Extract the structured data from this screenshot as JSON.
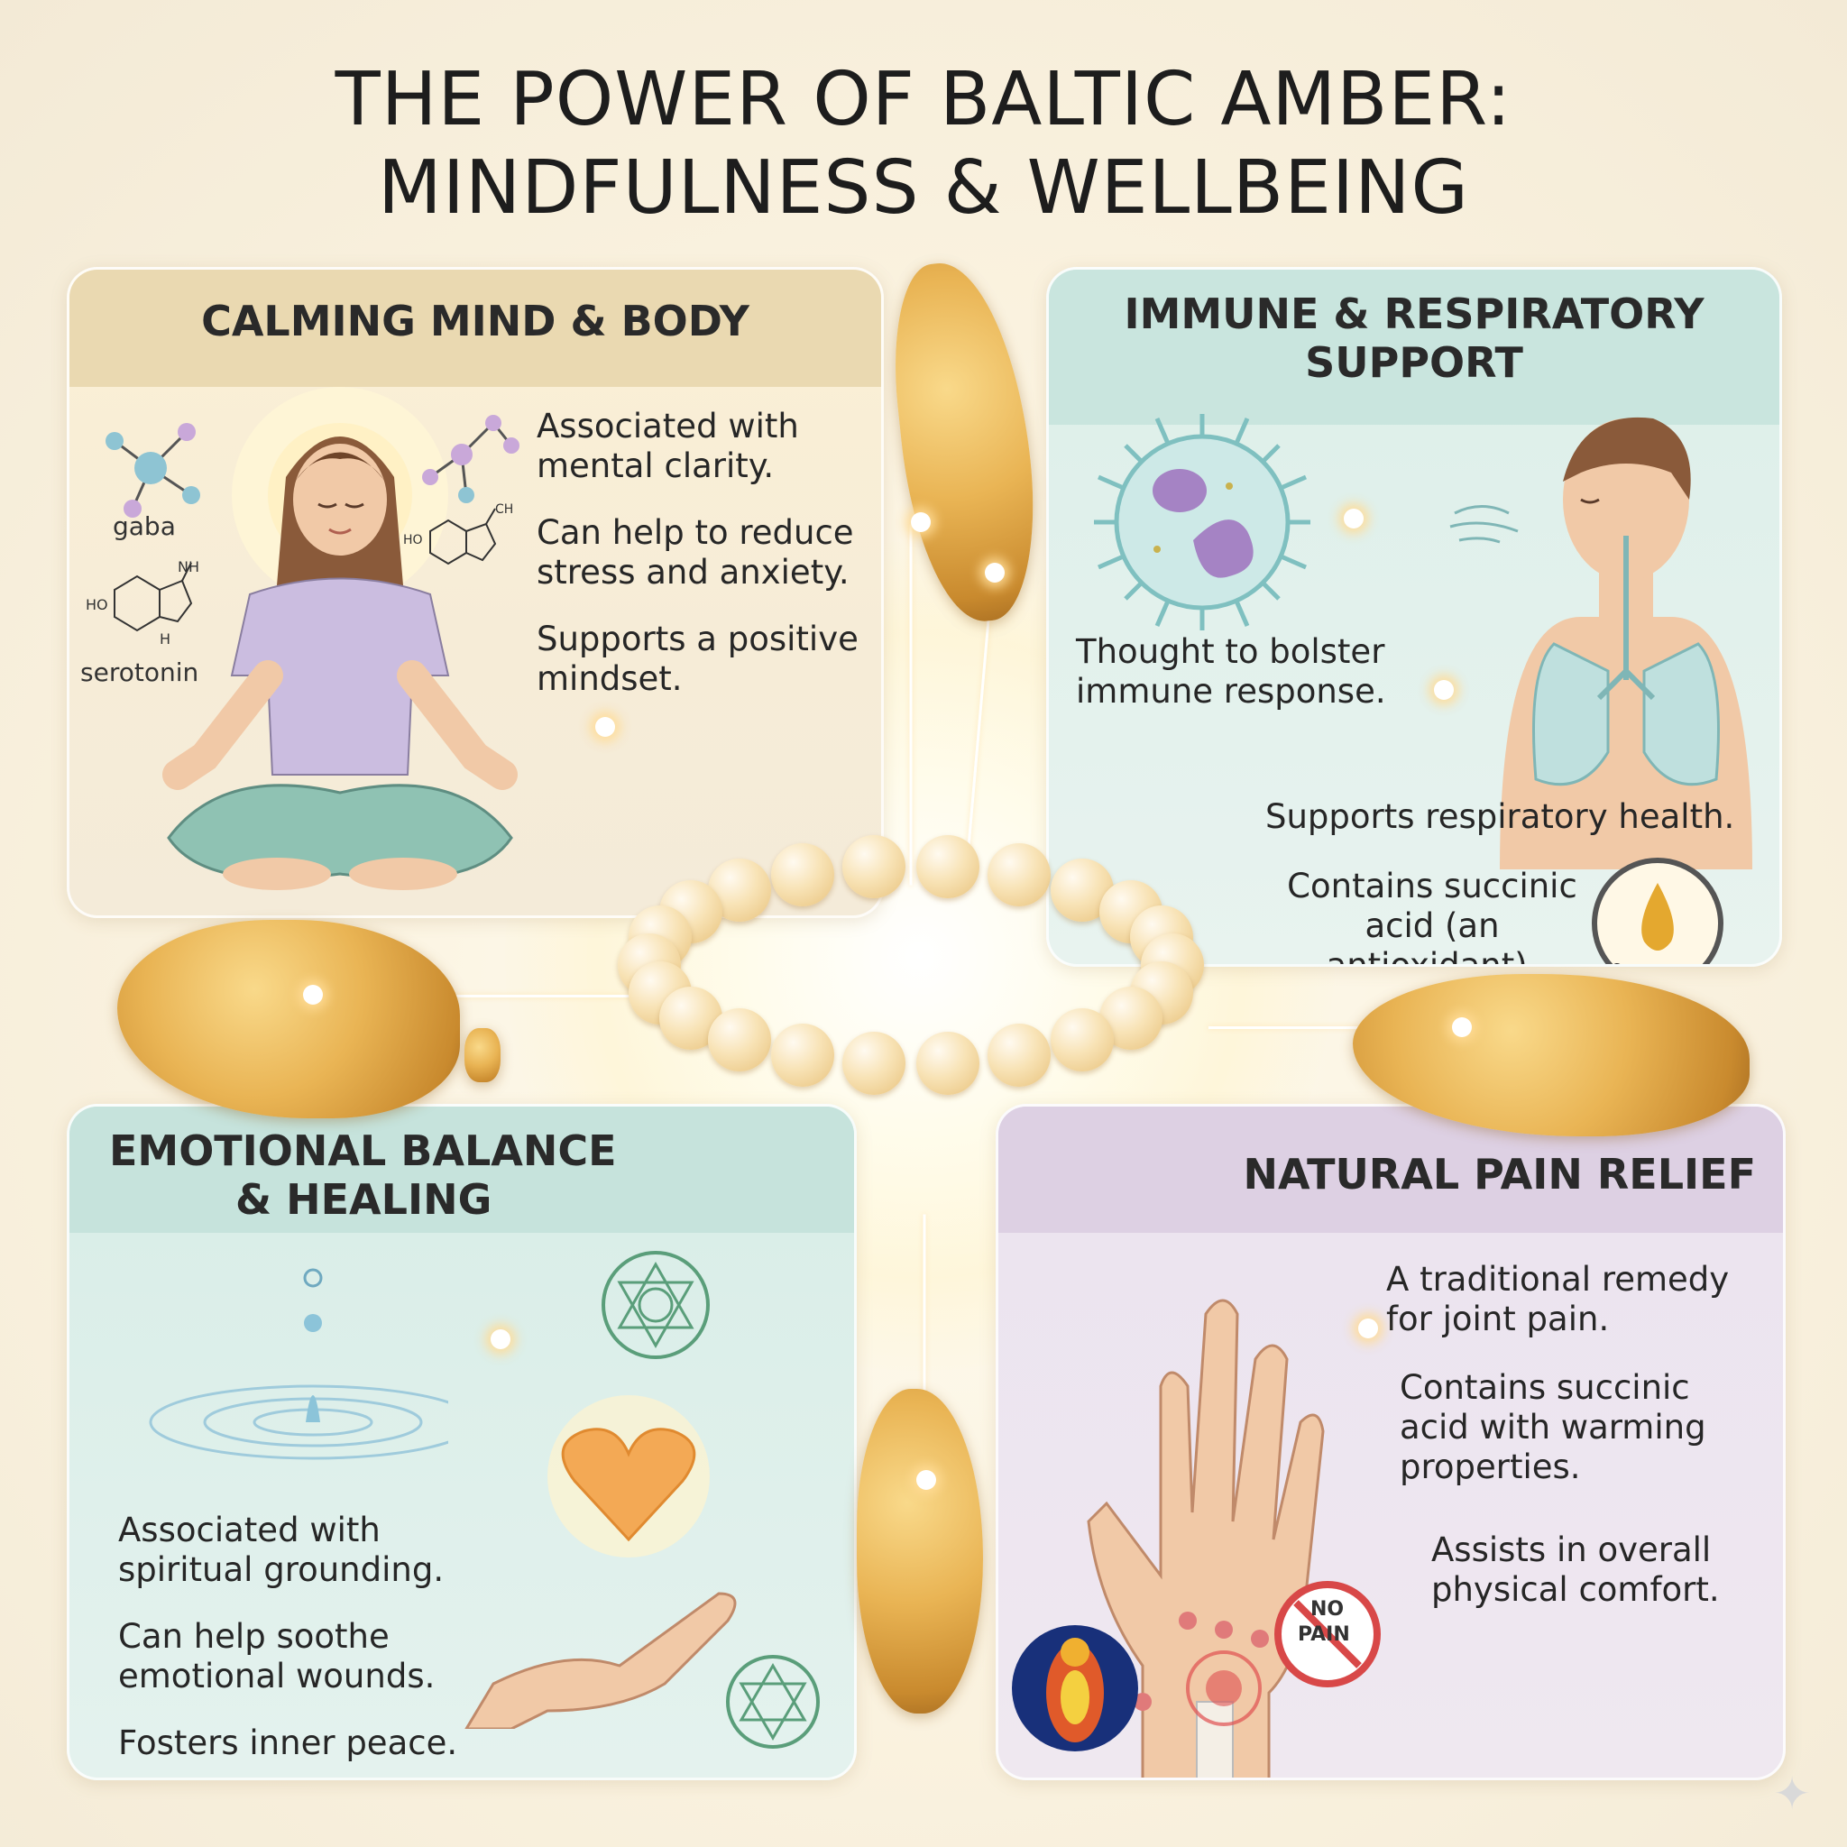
{
  "title": {
    "line1": "THE POWER OF BALTIC AMBER:",
    "line2": "MINDFULNESS & WELLBEING"
  },
  "panels": {
    "calming": {
      "heading": "CALMING MIND & BODY",
      "items": [
        "Associated with mental clarity.",
        "Can help to reduce stress and anxiety.",
        "Supports a positive mindset."
      ],
      "labels": {
        "gaba": "gaba",
        "serotonin": "serotonin",
        "nh": "NH",
        "ho": "HO",
        "h": "H",
        "ch": "CH",
        "ho2": "HO"
      }
    },
    "immune": {
      "heading_line1": "IMMUNE & RESPIRATORY",
      "heading_line2": "SUPPORT",
      "items": [
        "Thought to bolster immune response.",
        "Supports respiratory health.",
        "Contains succinic acid (an antioxidant)."
      ]
    },
    "emotional": {
      "heading_line1": "EMOTIONAL BALANCE",
      "heading_line2": "& HEALING",
      "items": [
        "Associated with spiritual grounding.",
        "Can help soothe emotional wounds.",
        "Fosters inner peace."
      ]
    },
    "pain": {
      "heading": "NATURAL PAIN RELIEF",
      "items": [
        "A traditional remedy for joint pain.",
        "Contains succinic acid with warming properties.",
        "Assists in overall physical comfort."
      ],
      "badge_line1": "NO",
      "badge_line2": "PAIN"
    }
  },
  "colors": {
    "calming_header": "#ead9b1",
    "immune_header": "#c9e5de",
    "emotional_header": "#c6e3dc",
    "pain_header": "#ddd0e3",
    "amber": "#e9b454"
  },
  "icons": [
    "meditation-figure",
    "molecule-icon",
    "virus-cell-icon",
    "lungs-icon",
    "oil-drop-magnifier-icon",
    "water-ripple-icon",
    "heart-icon",
    "chakra-icon",
    "hand-icon",
    "no-pain-icon",
    "thermal-body-icon",
    "amber-bracelet",
    "amber-stone"
  ]
}
